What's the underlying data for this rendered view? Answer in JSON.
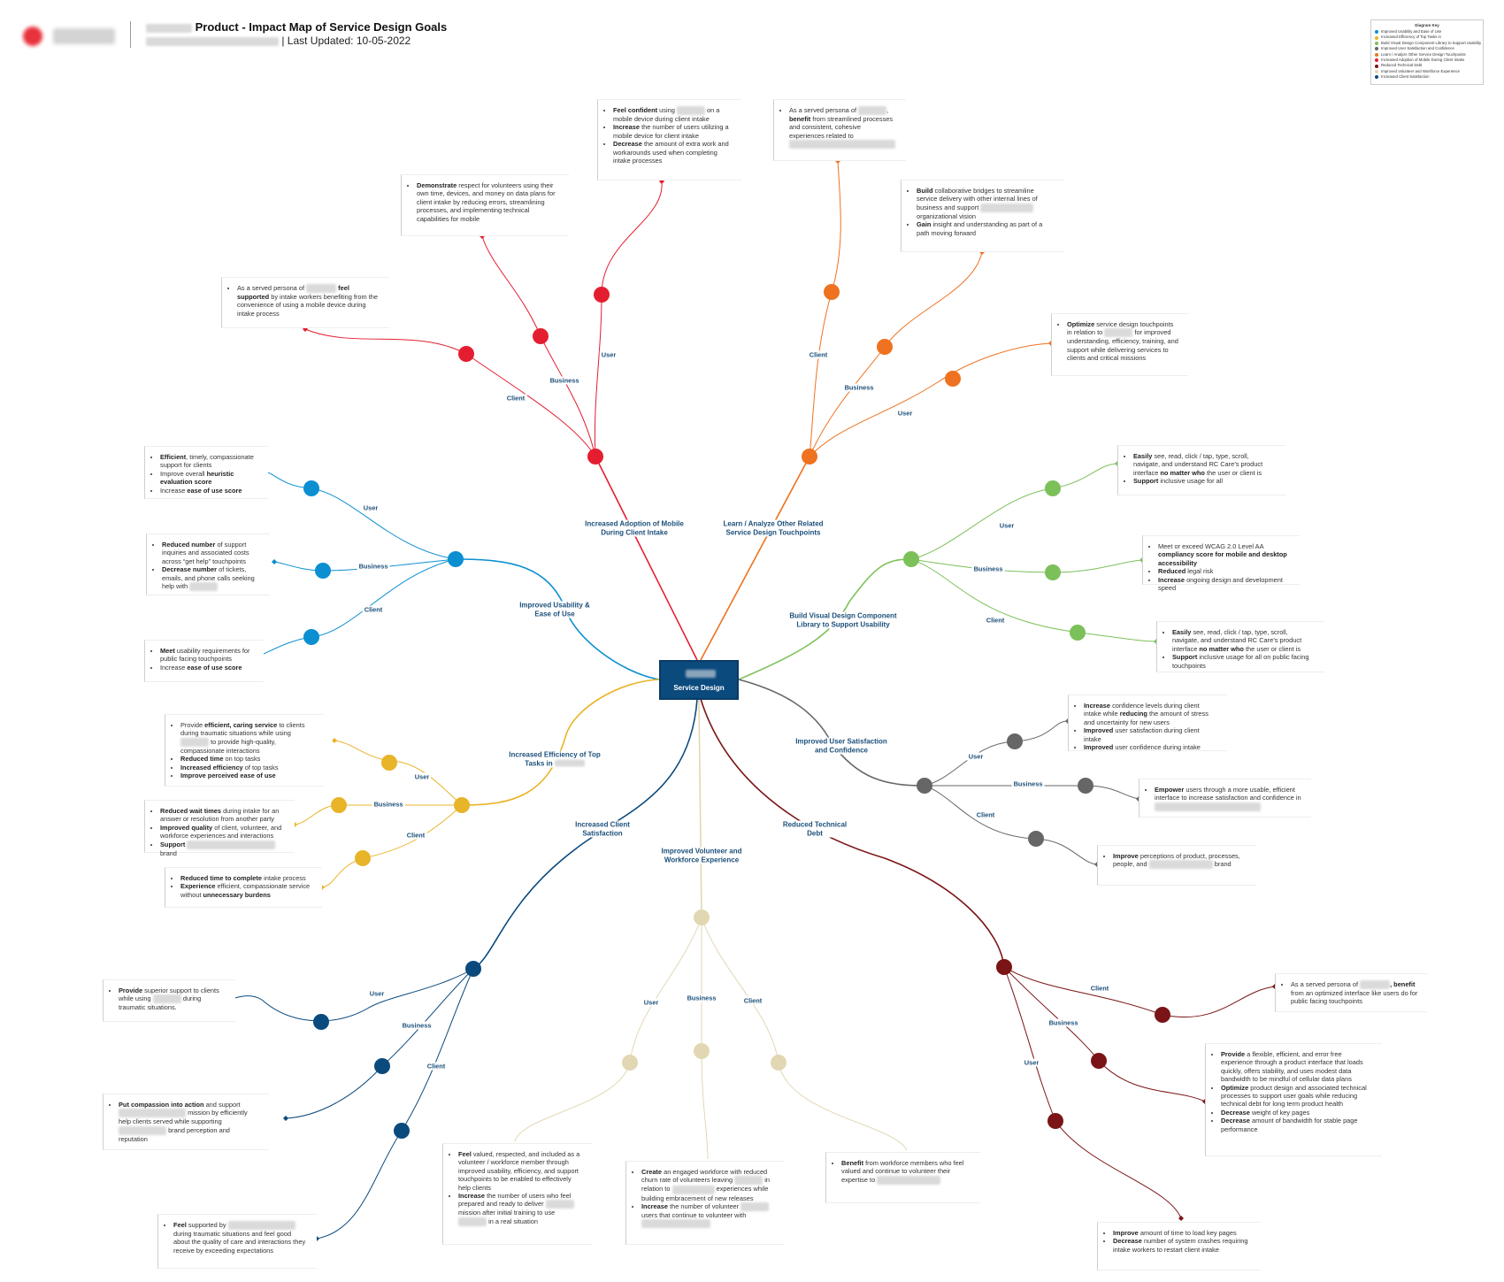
{
  "header": {
    "title": "Product - Impact Map of Service Design Goals",
    "last_updated": "| Last Updated: 10-05-2022"
  },
  "legend": {
    "title": "Diagram Key",
    "items": [
      {
        "label": "Improved Usability and Ease of Use",
        "color": "#0b8fd1"
      },
      {
        "label": "Increased Efficiency of Top Tasks in",
        "color": "#e8b428"
      },
      {
        "label": "Build Visual Design Component Library to Support Usability",
        "color": "#7cc05a"
      },
      {
        "label": "Improved User Satisfaction and Confidence",
        "color": "#666666"
      },
      {
        "label": "Learn / Analyze Other Service Design Touchpoints",
        "color": "#ee7220"
      },
      {
        "label": "Increased Adoption of Mobile During Client Intake",
        "color": "#e41e30"
      },
      {
        "label": "Reduced Technical Debt",
        "color": "#7a1416"
      },
      {
        "label": "Improved Volunteer and Workforce Experience",
        "color": "#e2d7b3"
      },
      {
        "label": "Increased Client Satisfaction",
        "color": "#0b4a7d"
      }
    ]
  },
  "center": {
    "label": "Service Design"
  },
  "branches": {
    "mobile": {
      "label": "Increased Adoption of Mobile During Client Intake",
      "color": "#e41e30"
    },
    "learn": {
      "label": "Learn / Analyze Other Related Service Design Touchpoints",
      "color": "#ee7220"
    },
    "usability": {
      "label": "Improved Usability & Ease of Use",
      "color": "#0b8fd1"
    },
    "library": {
      "label": "Build Visual Design Component Library to Support Usability",
      "color": "#7cc05a"
    },
    "efficiency": {
      "label": "Increased Efficiency of Top Tasks in",
      "color": "#e8b428"
    },
    "satisfaction": {
      "label": "Improved User Satisfaction and Confidence",
      "color": "#666666"
    },
    "client_sat": {
      "label": "Increased Client Satisfaction",
      "color": "#0b4a7d"
    },
    "volunteer": {
      "label": "Improved Volunteer and Workforce Experience",
      "color": "#e2d7b3"
    },
    "techdebt": {
      "label": "Reduced Technical Debt",
      "color": "#7a1416"
    }
  },
  "sub_labels": {
    "user": "User",
    "business": "Business",
    "client": "Client"
  },
  "boxes": {
    "m_client": [
      "As a served persona of",
      "feel supported",
      "by intake workers benefiting from the convenience of using a mobile device during intake process"
    ],
    "m_business": [
      "Demonstrate",
      "respect for volunteers using their own time, devices, and money on data plans for client intake by reducing errors, streamlining processes, and implementing technical capabilities for mobile"
    ],
    "m_user": [
      "Feel confident",
      "using",
      "on a mobile device during client intake",
      "Increase",
      "the number of users utilizing a mobile device for client intake",
      "Decrease",
      "the amount of extra work and workarounds used when completing intake processes"
    ],
    "l_client": [
      "As a served persona of",
      "benefit",
      "from streamlined processes and consistent, cohesive experiences related to"
    ],
    "l_business": [
      "Build",
      "collaborative bridges to streamline service delivery with other internal lines of business and support",
      "organizational vision",
      "Gain",
      "insight and understanding as part of a path moving forward"
    ],
    "l_user": [
      "Optimize",
      "service design touchpoints in relation to",
      "for improved understanding, efficiency, training, and support while delivering services to clients and critical missions"
    ],
    "u_user": [
      "Efficient",
      ", timely, compassionate support for clients",
      "Improve overall",
      "heuristic evaluation score",
      "Increase",
      "ease of use score"
    ],
    "u_business": [
      "Reduced number",
      "of support inquiries and associated costs across “get help” touchpoints",
      "Decrease number",
      "of tickets, emails, and phone calls seeking help with"
    ],
    "u_client": [
      "Meet",
      "usability requirements for public facing touchpoints",
      "Increase",
      "ease of use score"
    ],
    "b_user": [
      "Easily",
      "see, read, click / tap, type, scroll, navigate, and understand RC Care’s product interface",
      "no matter who",
      "the user or client is",
      "Support",
      "inclusive usage for all"
    ],
    "b_business": [
      "Meet or exceed WCAG 2.0 Level AA",
      "compliancy score for mobile and desktop accessibility",
      "Reduced",
      "legal risk",
      "Increase",
      "ongoing design and development speed"
    ],
    "b_client": [
      "Easily",
      "see, read, click / tap, type, scroll, navigate, and understand RC Care’s product interface",
      "no matter who",
      "the user or client is",
      "Support",
      "inclusive usage for all on public facing touchpoints"
    ],
    "e_user": [
      "Provide",
      "efficient, caring service",
      "to clients during traumatic situations while using",
      "to provide high-quality, compassionate interactions",
      "Reduced time",
      "on top tasks",
      "Increased efficiency",
      "of top tasks",
      "Improve perceived ease of use"
    ],
    "e_business": [
      "Reduced wait times",
      "during intake for an answer or resolution from another party",
      "Improved quality",
      "of client, volunteer, and workforce experiences and interactions",
      "Support",
      "brand"
    ],
    "e_client": [
      "Reduced time to complete",
      "intake process",
      "Experience",
      "efficient, compassionate service without",
      "unnecessary burdens"
    ],
    "s_user": [
      "Increase",
      "confidence levels during client intake while",
      "reducing",
      "the amount of stress and uncertainty for new users",
      "Improved",
      "user satisfaction during client intake",
      "Improved",
      "user confidence during intake"
    ],
    "s_business": [
      "Empower",
      "users through a more usable, efficient interface to increase satisfaction and confidence in"
    ],
    "s_client": [
      "Improve",
      "perceptions of product, processes, people, and",
      "brand"
    ],
    "c_user": [
      "Provide",
      "superior support to clients while using",
      "during traumatic situations."
    ],
    "c_business": [
      "Put compassion into action",
      "and support",
      "mission by efficiently help clients served while supporting",
      "brand perception and reputation"
    ],
    "c_client": [
      "Feel",
      "supported by",
      "during traumatic situations and feel good about the quality of care and interactions they receive by exceeding expectations"
    ],
    "v_user": [
      "Feel",
      "valued, respected, and included as a volunteer / workforce member through improved usability, efficiency, and support touchpoints to be enabled to effectively help clients",
      "Increase",
      "the number of users who feel prepared and ready to deliver",
      "mission after initial training to use",
      "in a real situation"
    ],
    "v_business": [
      "Create",
      "an engaged workforce with reduced churn rate of volunteers leaving",
      "in relation to",
      "experiences while building embracement of new releases",
      "Increase",
      "the number of volunteer",
      "users that continue to volunteer with"
    ],
    "v_client": [
      "Benefit",
      "from workforce members who feel valued and continue to volunteer their expertise to"
    ],
    "t_client": [
      "As a served persona of",
      ", benefit",
      "from an optimized interface like users do for public facing touchpoints"
    ],
    "t_business": [
      "Provide",
      "a flexible, efficient, and error free experience through a product interface that loads quickly, offers stability, and uses modest data bandwidth to be mindful of cellular data plans",
      "Optimize",
      "product design and associated technical processes to support user goals while reducing technical debt for long term product health",
      "Decrease",
      "weight of key pages",
      "Decrease",
      "amount of bandwidth for stable page performance"
    ],
    "t_user": [
      "Improve",
      "amount of time to load key pages",
      "Decrease",
      "number of system crashes requiring intake workers to restart client intake"
    ]
  }
}
